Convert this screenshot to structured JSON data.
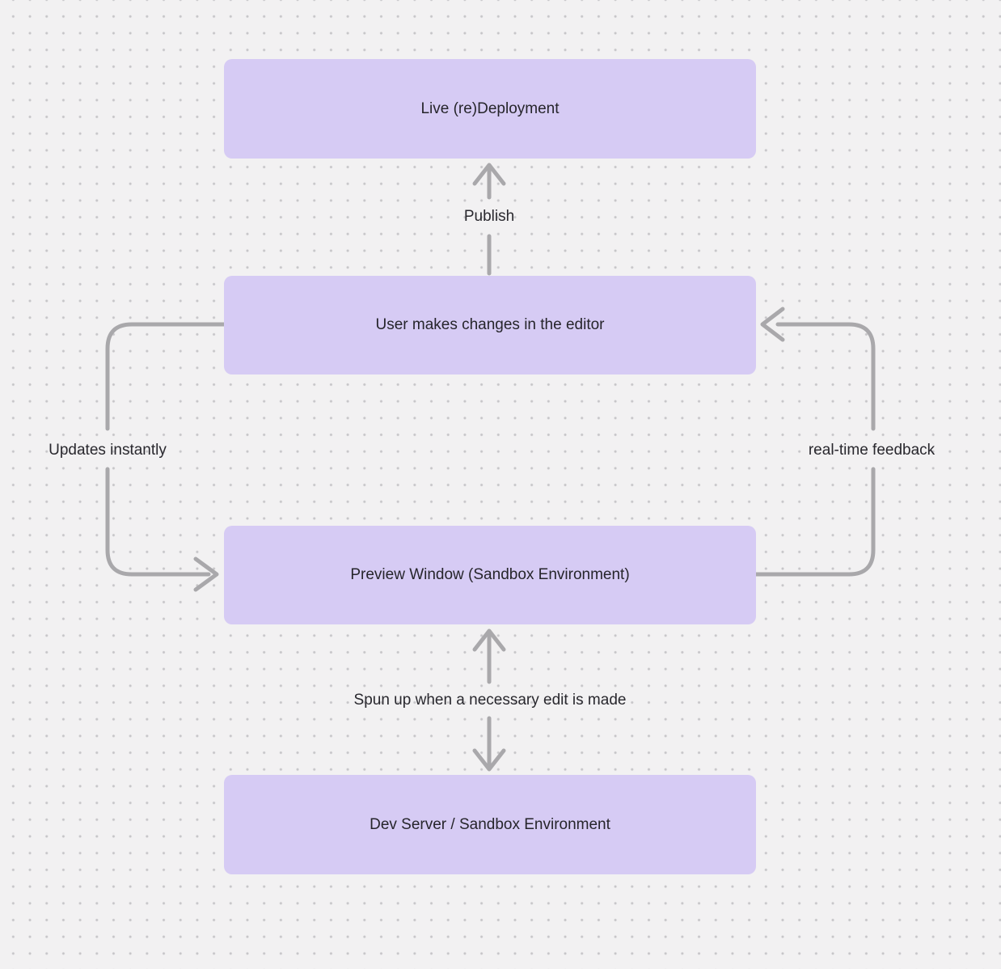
{
  "nodes": [
    {
      "id": "live-redeployment",
      "label": "Live (re)Deployment"
    },
    {
      "id": "user-editor-changes",
      "label": "User makes changes in the editor"
    },
    {
      "id": "preview-window",
      "label": "Preview Window (Sandbox Environment)"
    },
    {
      "id": "dev-server",
      "label": "Dev Server / Sandbox Environment"
    }
  ],
  "edges": [
    {
      "id": "publish",
      "label": "Publish",
      "from": "user-editor-changes",
      "to": "live-redeployment",
      "direction": "up"
    },
    {
      "id": "updates-instantly",
      "label": "Updates instantly",
      "from": "user-editor-changes",
      "to": "preview-window",
      "direction": "down-left-loop"
    },
    {
      "id": "real-time-feedback",
      "label": "real-time feedback",
      "from": "preview-window",
      "to": "user-editor-changes",
      "direction": "up-right-loop"
    },
    {
      "id": "spun-up",
      "label": "Spun up when a necessary edit is made",
      "from": "preview-window",
      "to": "dev-server",
      "direction": "bidirectional"
    }
  ],
  "colors": {
    "background": "#F2F1F2",
    "grid_dot": "#C7C6C9",
    "node_fill": "#D6CBF4",
    "node_text": "#26252B",
    "arrow": "#A9A8AB",
    "label_text": "#29282E"
  }
}
